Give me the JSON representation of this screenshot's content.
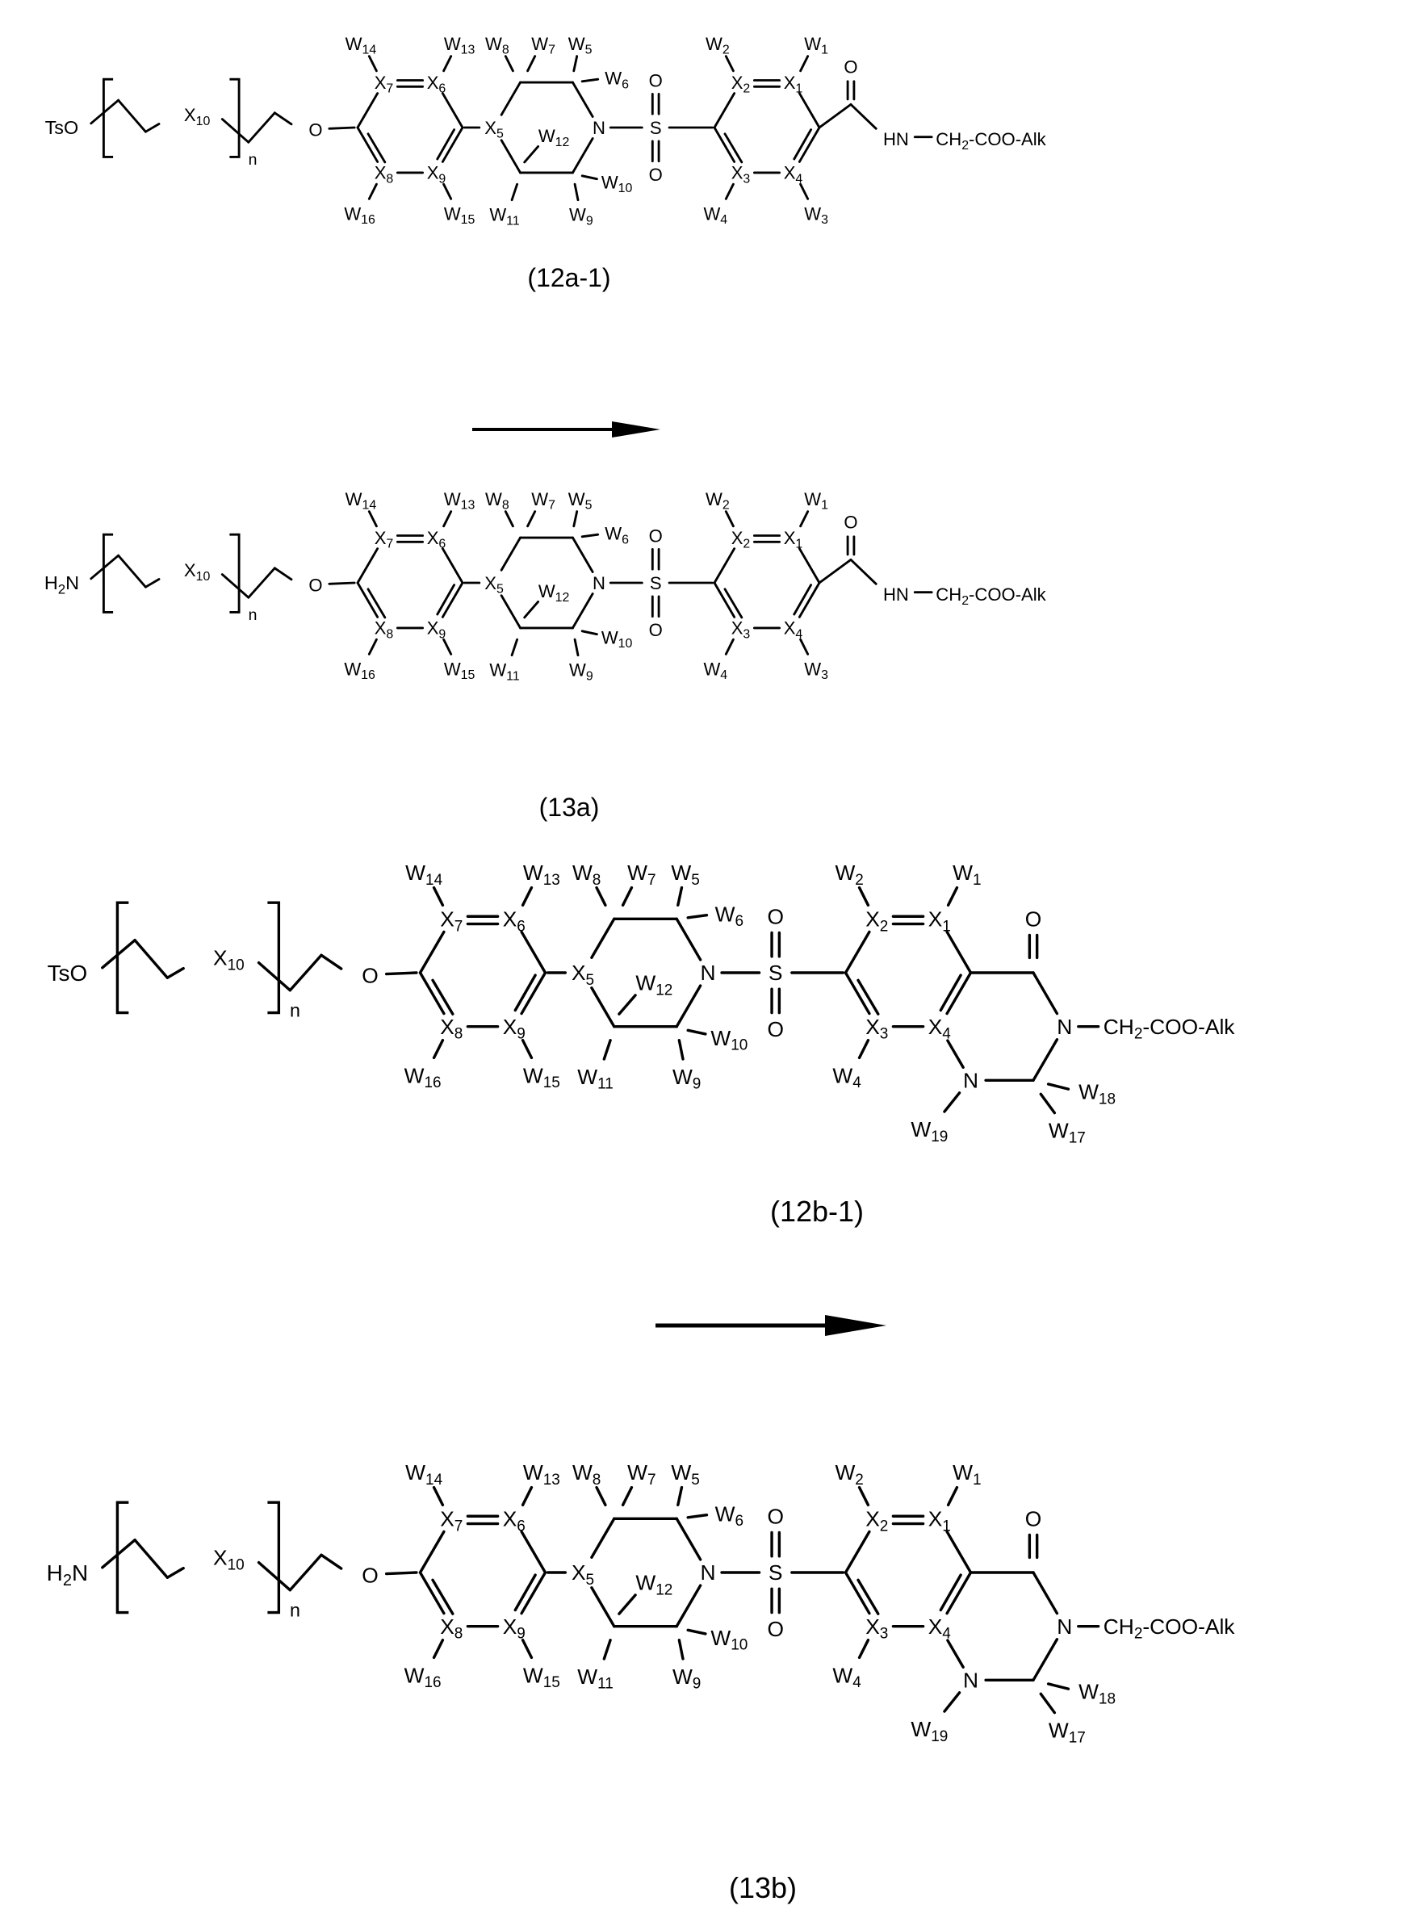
{
  "page": {
    "background": "#ffffff",
    "ink": "#000000"
  },
  "arrows": [
    {
      "name": "reaction-arrow-1",
      "direction": "right"
    },
    {
      "name": "reaction-arrow-2",
      "direction": "right"
    }
  ],
  "structures": [
    {
      "id": "12a-1",
      "caption": "(12a-1)",
      "variant": "amide",
      "labels": {
        "left_group": "TsO",
        "x10": "X10",
        "n": "n",
        "o_linker": "O",
        "w14": "W14",
        "w13": "W13",
        "x7": "X7",
        "x6": "X6",
        "x8": "X8",
        "x9": "X9",
        "w16": "W16",
        "w15": "W15",
        "x5": "X5",
        "w8": "W8",
        "w7": "W7",
        "w5": "W5",
        "w6": "W6",
        "w12": "W12",
        "w11": "W11",
        "w10": "W10",
        "w9": "W9",
        "ring_n": "N",
        "s": "S",
        "o_s_top": "O",
        "o_s_bottom": "O",
        "w2": "W2",
        "w1": "W1",
        "x2": "X2",
        "x1": "X1",
        "x3": "X3",
        "x4": "X4",
        "w4": "W4",
        "w3": "W3",
        "o_carbonyl": "O",
        "hn": "HN",
        "glycine_ester": "CH2-COO-Alk"
      }
    },
    {
      "id": "13a",
      "caption": "(13a)",
      "variant": "amide",
      "labels": {
        "left_group": "H2N",
        "x10": "X10",
        "n": "n",
        "o_linker": "O",
        "w14": "W14",
        "w13": "W13",
        "x7": "X7",
        "x6": "X6",
        "x8": "X8",
        "x9": "X9",
        "w16": "W16",
        "w15": "W15",
        "x5": "X5",
        "w8": "W8",
        "w7": "W7",
        "w5": "W5",
        "w6": "W6",
        "w12": "W12",
        "w11": "W11",
        "w10": "W10",
        "w9": "W9",
        "ring_n": "N",
        "s": "S",
        "o_s_top": "O",
        "o_s_bottom": "O",
        "w2": "W2",
        "w1": "W1",
        "x2": "X2",
        "x1": "X1",
        "x3": "X3",
        "x4": "X4",
        "w4": "W4",
        "w3": "W3",
        "o_carbonyl": "O",
        "hn": "HN",
        "glycine_ester": "CH2-COO-Alk"
      }
    },
    {
      "id": "12b-1",
      "caption": "(12b-1)",
      "variant": "cyclic",
      "labels": {
        "left_group": "TsO",
        "x10": "X10",
        "n": "n",
        "o_linker": "O",
        "w14": "W14",
        "w13": "W13",
        "x7": "X7",
        "x6": "X6",
        "x8": "X8",
        "x9": "X9",
        "w16": "W16",
        "w15": "W15",
        "x5": "X5",
        "w8": "W8",
        "w7": "W7",
        "w5": "W5",
        "w6": "W6",
        "w12": "W12",
        "w11": "W11",
        "w10": "W10",
        "w9": "W9",
        "ring_n": "N",
        "s": "S",
        "o_s_top": "O",
        "o_s_bottom": "O",
        "w2": "W2",
        "w1": "W1",
        "x2": "X2",
        "x1": "X1",
        "x3": "X3",
        "x4": "X4",
        "w4": "W4",
        "o_carbonyl": "O",
        "n3": "N",
        "n1": "N",
        "w18": "W18",
        "w17": "W17",
        "w19": "W19",
        "glycine_ester": "CH2-COO-Alk"
      }
    },
    {
      "id": "13b",
      "caption": "(13b)",
      "variant": "cyclic",
      "labels": {
        "left_group": "H2N",
        "x10": "X10",
        "n": "n",
        "o_linker": "O",
        "w14": "W14",
        "w13": "W13",
        "x7": "X7",
        "x6": "X6",
        "x8": "X8",
        "x9": "X9",
        "w16": "W16",
        "w15": "W15",
        "x5": "X5",
        "w8": "W8",
        "w7": "W7",
        "w5": "W5",
        "w6": "W6",
        "w12": "W12",
        "w11": "W11",
        "w10": "W10",
        "w9": "W9",
        "ring_n": "N",
        "s": "S",
        "o_s_top": "O",
        "o_s_bottom": "O",
        "w2": "W2",
        "w1": "W1",
        "x2": "X2",
        "x1": "X1",
        "x3": "X3",
        "x4": "X4",
        "w4": "W4",
        "o_carbonyl": "O",
        "n3": "N",
        "n1": "N",
        "w18": "W18",
        "w17": "W17",
        "w19": "W19",
        "glycine_ester": "CH2-COO-Alk"
      }
    }
  ]
}
